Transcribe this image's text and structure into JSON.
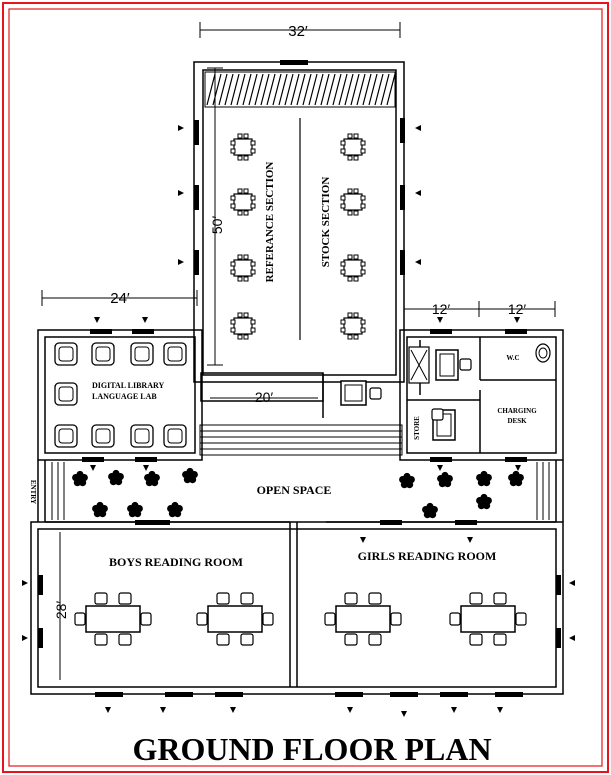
{
  "title": "GROUND FLOOR PLAN",
  "colors": {
    "frame": "#e8141c",
    "ink": "#000000",
    "background": "#ffffff"
  },
  "dimensions": {
    "top_width": "32′",
    "library_height": "50′",
    "left_wing_width": "24′",
    "counter_width": "20′",
    "right_width_a": "12′",
    "right_width_b": "12′",
    "reading_height": "28′"
  },
  "rooms": {
    "reference": "REFERANCE SECTION",
    "stock": "STOCK SECTION",
    "digital_library_line1": "DIGITAL LIBRARY",
    "digital_library_line2": "LANGUAGE LAB",
    "open_space": "OPEN SPACE",
    "boys_reading": "BOYS READING ROOM",
    "girls_reading": "GIRLS READING ROOM",
    "wc": "W.C",
    "charging_line1": "CHARGING",
    "charging_line2": "DESK",
    "store": "STORE",
    "entry": "ENTRY"
  },
  "icons": [
    "chair-icon",
    "table-icon",
    "plant-icon",
    "window-arrow-icon",
    "desk-icon",
    "toilet-icon",
    "staircase-icon"
  ]
}
